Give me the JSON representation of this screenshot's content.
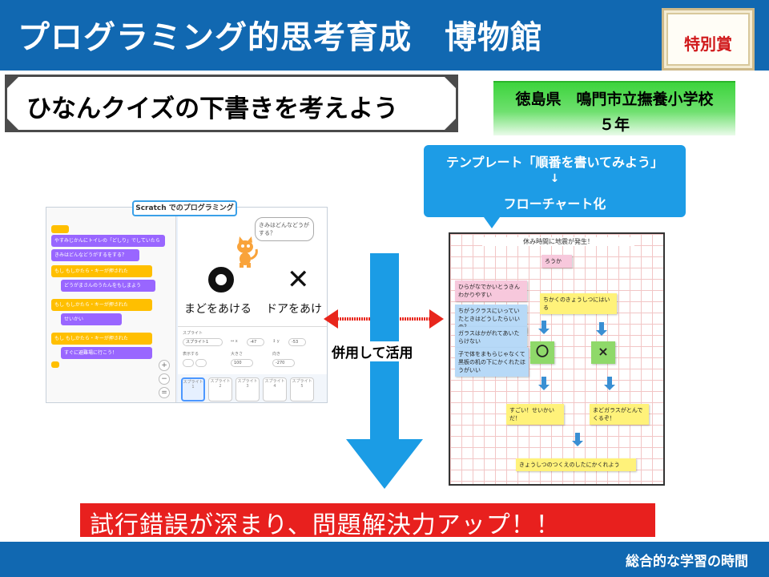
{
  "header": {
    "title": "プログラミング的思考育成　博物館",
    "award": "特別賞"
  },
  "subtitle": "ひなんクイズの下書きを考えよう",
  "school": {
    "name": "徳島県　鳴門市立撫養小学校",
    "grade": "５年"
  },
  "template_callout": {
    "line1": "テンプレート「順番を書いてみよう」",
    "arrow": "↓",
    "line2": "フローチャート化"
  },
  "scratch": {
    "title": "Scratch でのプログラミング",
    "blocks": [
      "やすみじかんにトイレの「どしり」でしていたら",
      "きみはどんなどうがするをする？",
      "もし もしかたら・キーが押された",
      "どうがまさんのうたんをもしまよう",
      "もし もしかたら・キーが押された",
      "せいかい",
      "もし もしかたら・キーが押された",
      "すぐに避難場に行こう！"
    ],
    "bubble": "きみはどんなどうがする？",
    "label_o": "まどをあける",
    "label_x": "ドアをあけ",
    "sprite_panel": {
      "sprite_label": "スプライト",
      "sprite_name": "スプライト1",
      "x": "-47",
      "y": "-53",
      "size_label": "大きさ",
      "size": "100",
      "dir_label": "向き",
      "dir": "-270",
      "show_label": "表示する"
    },
    "thumbs": [
      "スプライト1",
      "スプライト2",
      "スプライト3",
      "スプライト4",
      "スプライト5"
    ]
  },
  "combined_label": "併用して活用",
  "flowchart": {
    "title": "休み時間に地震が発生！",
    "notes": {
      "start": "ろうか",
      "q1": "ひらがなでかいとうきんわかりやすい",
      "q2": "ちがうクラスにいっていたときはどうしたらいいの？",
      "q3": "ガラスはかがれてあいたらけない",
      "q4": "子で体をまもらじゃなくて黒板の机の下にかくれたほうがいい",
      "decision": "ちかくのきょうしつにはいる",
      "o": "〇",
      "x": "×",
      "good": "すごい！せいかいだ！",
      "bad": "まどガラスがとんでくるぞ！",
      "end": "きょうしつのつくえのしたにかくれよう"
    }
  },
  "conclusion": "試行錯誤が深まり、問題解決力アップ！！",
  "footer": "総合的な学習の時間"
}
